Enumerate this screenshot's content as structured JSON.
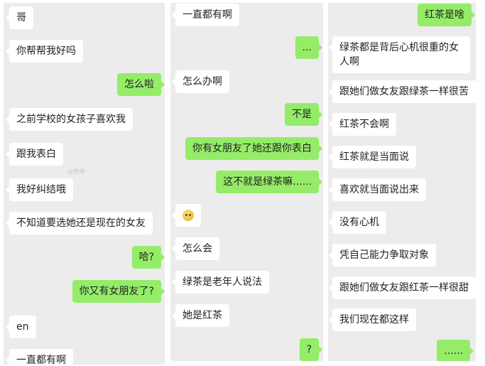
{
  "colors": {
    "panel_bg": "#ececec",
    "incoming_bubble": "#ffffff",
    "outgoing_bubble": "#95ec69",
    "text": "#222222"
  },
  "panel1": {
    "messages": [
      {
        "side": "in",
        "text": "哥"
      },
      {
        "side": "in",
        "text": "你帮帮我好吗"
      },
      {
        "side": "out",
        "text": "怎么啦"
      },
      {
        "side": "in",
        "text": "之前学校的女孩子喜欢我"
      },
      {
        "side": "in",
        "text": "跟我表白"
      },
      {
        "side": "in",
        "text": "我好纠结哦"
      },
      {
        "side": "in",
        "text": "不知道要选她还是现在的女友"
      },
      {
        "side": "out",
        "text": "哈?"
      },
      {
        "side": "out",
        "text": "你又有女朋友了?"
      },
      {
        "side": "in",
        "text": "en"
      },
      {
        "side": "in",
        "text": "一直都有啊"
      }
    ],
    "watermark": "@微博"
  },
  "panel2": {
    "messages": [
      {
        "side": "in",
        "text": "一直都有啊"
      },
      {
        "side": "out",
        "text": "..."
      },
      {
        "side": "in",
        "text": "怎么办啊"
      },
      {
        "side": "out",
        "text": "不是"
      },
      {
        "side": "out",
        "text": "你有女朋友了她还跟你表白"
      },
      {
        "side": "out",
        "text": "这不就是绿茶嘛......"
      },
      {
        "side": "in",
        "text": "",
        "emoji": "blush-emoji"
      },
      {
        "side": "in",
        "text": "怎么会"
      },
      {
        "side": "in",
        "text": "绿茶是老年人说法"
      },
      {
        "side": "in",
        "text": "她是红茶"
      },
      {
        "side": "out",
        "text": "?"
      }
    ]
  },
  "panel3": {
    "messages": [
      {
        "side": "out",
        "text": "红茶是啥"
      },
      {
        "side": "in",
        "text": "绿茶都是背后心机很重的女人啊"
      },
      {
        "side": "in",
        "text": "跟她们做女友跟绿茶一样很苦"
      },
      {
        "side": "in",
        "text": "红茶不会啊"
      },
      {
        "side": "in",
        "text": "红茶就是当面说"
      },
      {
        "side": "in",
        "text": "喜欢就当面说出来"
      },
      {
        "side": "in",
        "text": "没有心机"
      },
      {
        "side": "in",
        "text": "凭自己能力争取对象"
      },
      {
        "side": "in",
        "text": "跟她们做女友跟红茶一样很甜"
      },
      {
        "side": "in",
        "text": "我们现在都这样"
      },
      {
        "side": "out",
        "text": "......"
      }
    ]
  }
}
